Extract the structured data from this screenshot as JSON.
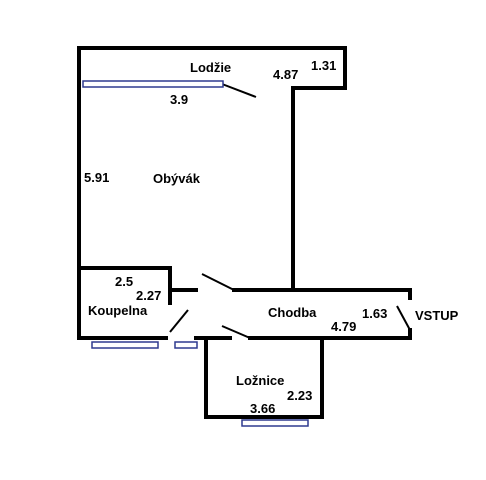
{
  "colors": {
    "wall": "#000000",
    "window_stroke": "#2f3a8f",
    "window_fill": "#ffffff",
    "background": "#ffffff"
  },
  "rooms": {
    "lodzie": {
      "name": "Lodžie",
      "dim_a": "4.87",
      "dim_b": "1.31"
    },
    "obyvak": {
      "name": "Obývák",
      "dim_a": "3.9",
      "dim_b": "5.91"
    },
    "koupelna": {
      "name": "Koupelna",
      "dim_a": "2.5",
      "dim_b": "2.27"
    },
    "chodba": {
      "name": "Chodba",
      "dim_a": "1.63",
      "dim_b": "4.79"
    },
    "loznice": {
      "name": "Ložnice",
      "dim_a": "2.23",
      "dim_b": "3.66"
    }
  },
  "entrance": {
    "label": "VSTUP"
  }
}
